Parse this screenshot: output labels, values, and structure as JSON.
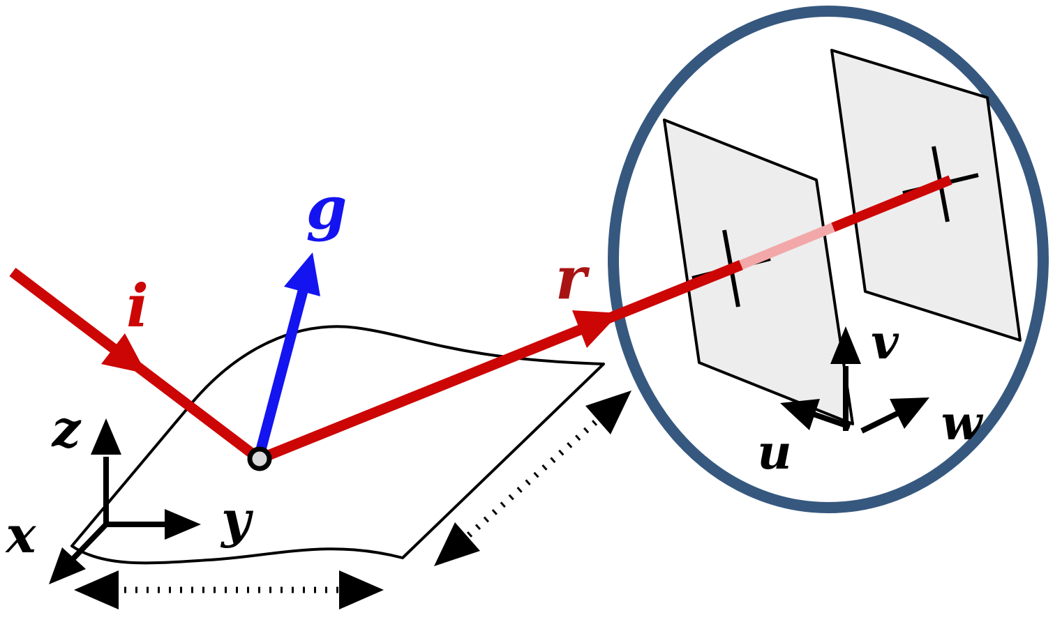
{
  "labels": {
    "incident_ray": "i",
    "surface_normal": "g",
    "reflected_ray": "r",
    "axis_x": "x",
    "axis_y": "y",
    "axis_z": "z",
    "image_axis_u": "u",
    "image_axis_v": "v",
    "image_axis_w": "w"
  },
  "colors": {
    "ray": "#cc0505",
    "ray_dim": "#f2a8a8",
    "label_i": "#cc0505",
    "label_r": "#a81414",
    "normal": "#1414f0",
    "ellipse": "#36587f",
    "plane_fill": "#ececec",
    "plane_stroke": "#000000",
    "point_fill": "#d9d9d9",
    "ink": "#000000"
  }
}
